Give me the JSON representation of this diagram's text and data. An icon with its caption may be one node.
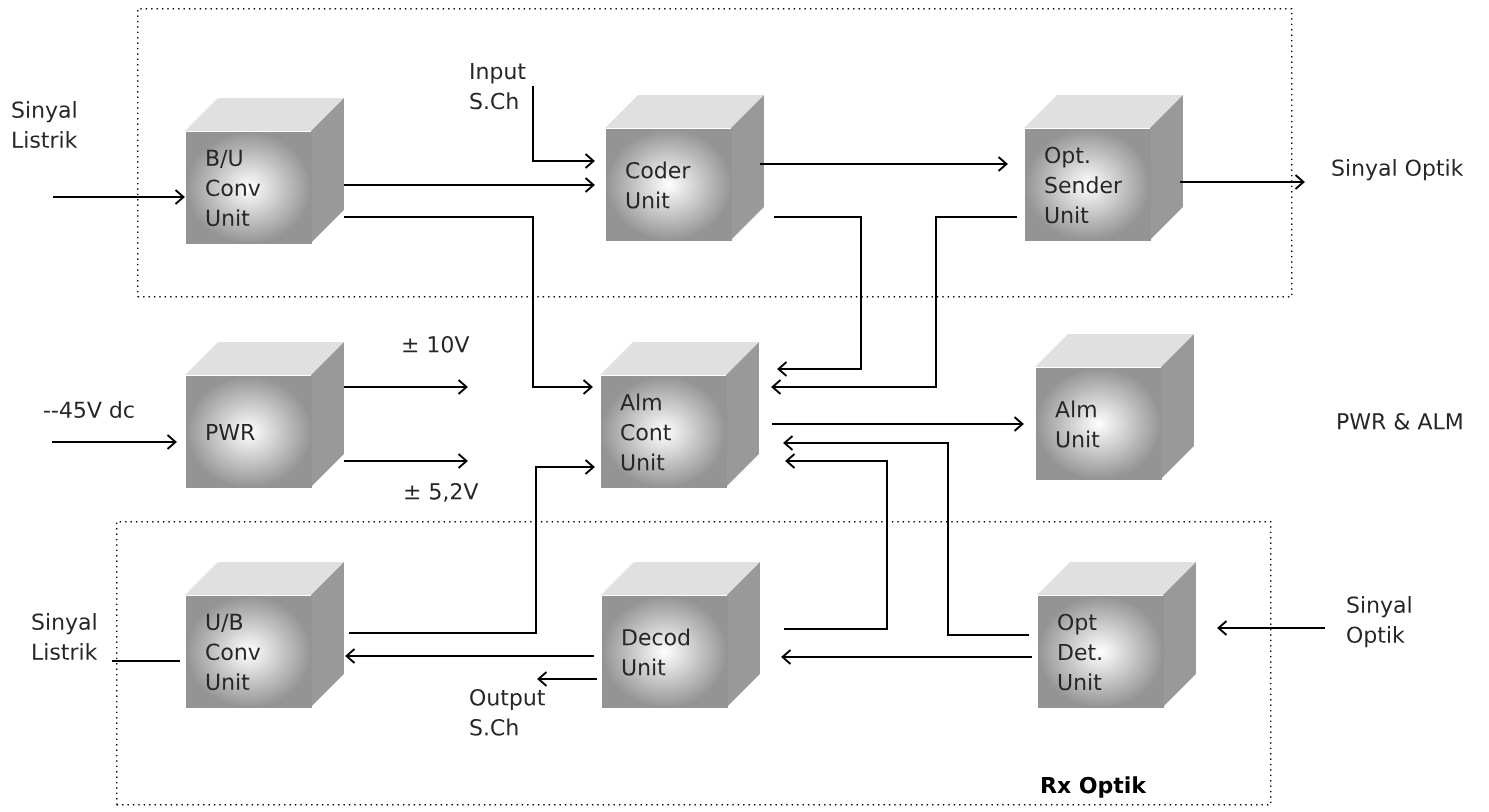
{
  "diagram": {
    "nodes": [
      {
        "text": [],
        "shape": "box"
      },
      {
        "text": [
          "Rx Optik"
        ]
      },
      {
        "text": [
          "B/U Conv Unit"
        ],
        "in": 0
      },
      {
        "text": [
          "Coder Unit"
        ],
        "in": 0
      },
      {
        "text": [
          "Opt. Sender Unit"
        ],
        "in": 0
      },
      {
        "text": [
          "PWR"
        ]
      },
      {
        "text": [
          "Alm Cont Unit"
        ]
      },
      {
        "text": [
          "Alm Unit"
        ]
      },
      {
        "text": [
          "U/B Conv Unit"
        ],
        "in": 1
      },
      {
        "text": [
          "Decod Unit"
        ],
        "in": 1
      },
      {
        "text": [
          "Opt Det. Unit"
        ],
        "in": 1
      },
      {
        "text": [
          "Sinyal Listrik"
        ]
      },
      {
        "text": [
          "Input S.Ch"
        ],
        "in": 0
      },
      {
        "text": [
          "Sinyal Optik"
        ]
      },
      {
        "text": [
          "--45V dc"
        ]
      },
      {
        "text": [
          "± 10V"
        ]
      },
      {
        "text": [
          "± 5,2V"
        ]
      },
      {
        "text": [
          "Sinyal Listrik"
        ]
      },
      {
        "text": [
          "Sinyal Optik"
        ]
      },
      {
        "text": [
          "Output S.Ch"
        ],
        "in": 1
      }
    ],
    "edges": [
      {
        "from": 11,
        "to": 2,
        "arrow": "to"
      },
      {
        "from": 2,
        "to": 3,
        "arrow": "to"
      },
      {
        "from": 12,
        "to": 3,
        "arrow": "to"
      },
      {
        "from": 3,
        "to": 4,
        "arrow": "to"
      },
      {
        "from": 4,
        "to": 13,
        "arrow": "to"
      },
      {
        "from": 2,
        "to": 6,
        "arrow": "to"
      },
      {
        "from": 3,
        "to": 6,
        "arrow": "to"
      },
      {
        "from": 4,
        "to": 6,
        "arrow": "to"
      },
      {
        "from": 14,
        "to": 5,
        "arrow": "to"
      },
      {
        "from": 5,
        "to": 15,
        "arrow": "to"
      },
      {
        "from": 5,
        "to": 16,
        "arrow": "to"
      },
      {
        "from": 6,
        "to": 7,
        "arrow": "to"
      },
      {
        "from": 9,
        "to": 6,
        "arrow": "to"
      },
      {
        "from": 10,
        "to": 6,
        "arrow": "to"
      },
      {
        "from": 8,
        "to": 6,
        "arrow": "to"
      },
      {
        "from": 9,
        "to": 8,
        "arrow": "to"
      },
      {
        "from": 9,
        "to": 19,
        "arrow": "to"
      },
      {
        "from": 10,
        "to": 9,
        "arrow": "to"
      },
      {
        "from": 18,
        "to": 10,
        "arrow": "to"
      },
      {
        "from": 8,
        "to": 17,
        "arrow": "none"
      }
    ],
    "labels": [
      "PWR & ALM"
    ]
  }
}
